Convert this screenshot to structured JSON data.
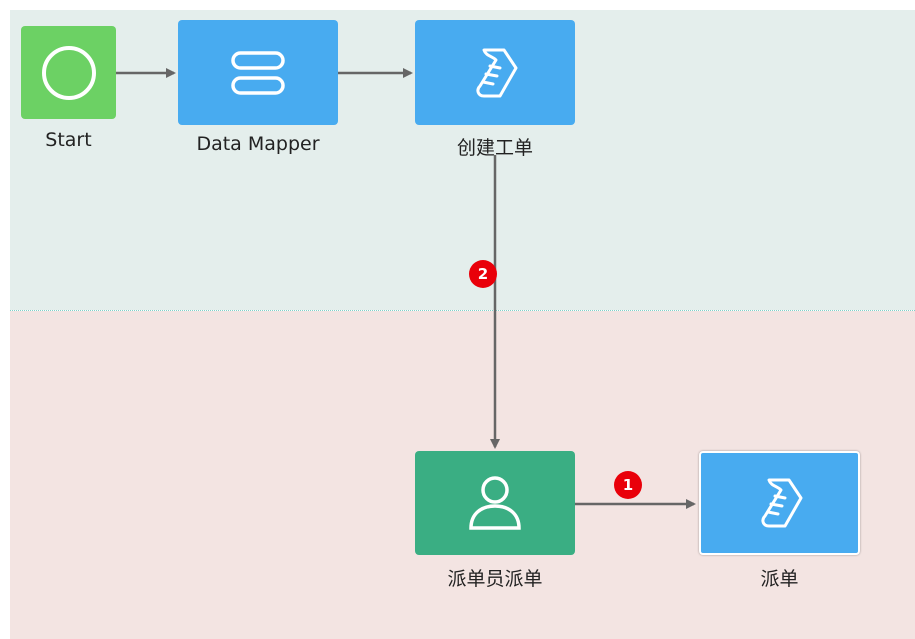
{
  "nodes": {
    "start": {
      "label": "Start",
      "color": "#6cd164",
      "icon": "circle-icon"
    },
    "data_mapper": {
      "label": "Data Mapper",
      "color": "#48abf0",
      "icon": "data-mapper-icon"
    },
    "create_ticket": {
      "label": "创建工单",
      "color": "#48abf0",
      "icon": "scroll-icon"
    },
    "dispatcher": {
      "label": "派单员派单",
      "color": "#3aae83",
      "icon": "user-icon"
    },
    "dispatch": {
      "label": "派单",
      "color": "#48abf0",
      "icon": "scroll-icon"
    }
  },
  "edges": [
    {
      "from": "start",
      "to": "data_mapper"
    },
    {
      "from": "data_mapper",
      "to": "create_ticket"
    },
    {
      "from": "create_ticket",
      "to": "dispatcher",
      "badge": "2"
    },
    {
      "from": "dispatcher",
      "to": "dispatch",
      "badge": "1"
    }
  ],
  "badges": {
    "create_to_dispatcher": "2",
    "dispatcher_to_dispatch": "1"
  },
  "colors": {
    "lane_top": "#e4eeec",
    "lane_bottom": "#f3e4e2",
    "lane_divider": "#7fd0c8",
    "edge": "#666666",
    "badge": "#e9000a"
  }
}
